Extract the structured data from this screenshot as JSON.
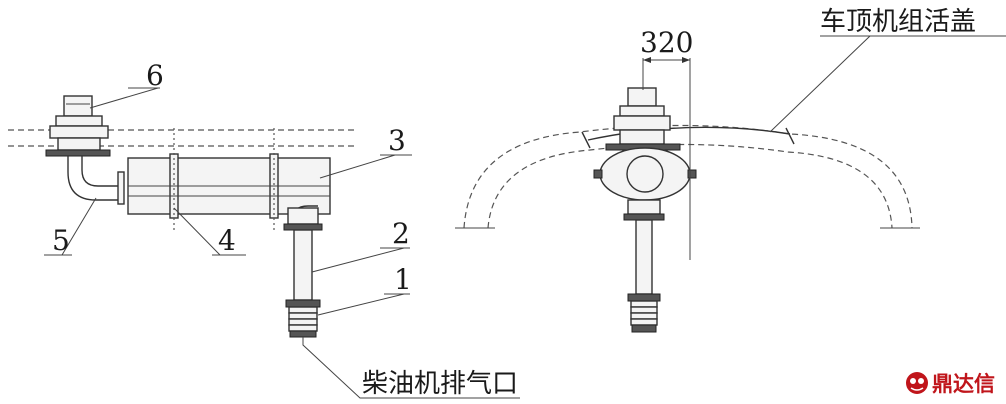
{
  "diagram": {
    "part_labels": {
      "p1": "1",
      "p2": "2",
      "p3": "3",
      "p4": "4",
      "p5": "5",
      "p6": "6"
    },
    "exhaust_outlet_label": "柴油机排气口",
    "roof_cover_label": "车顶机组活盖",
    "dimension_label": "320",
    "watermark": {
      "text": "鼎达信",
      "icon": "logo-icon",
      "color": "#c0151b"
    }
  }
}
